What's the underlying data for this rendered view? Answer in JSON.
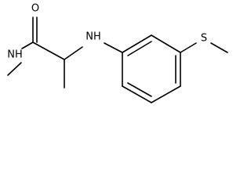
{
  "molecule": {
    "atoms": {
      "carbonyl_oxygen": "O",
      "amide_nh": "NH",
      "amine_nh": "NH",
      "sulfur": "S"
    }
  }
}
